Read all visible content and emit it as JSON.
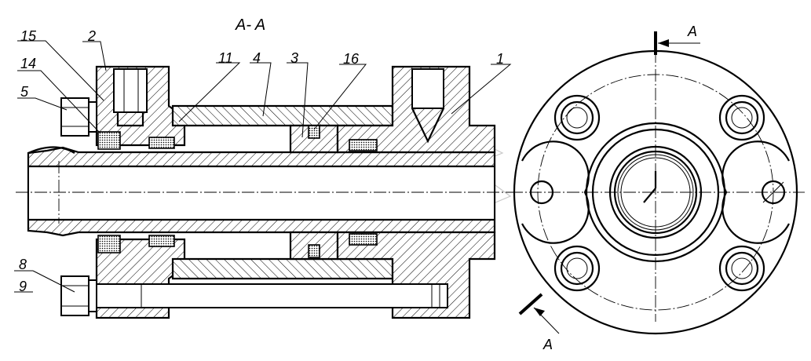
{
  "section_title": "A- A",
  "section_mark_top": "A",
  "section_mark_bottom": "A",
  "part_labels": {
    "p15": "15",
    "p2": "2",
    "p14": "14",
    "p5": "5",
    "p11": "11",
    "p4": "4",
    "p3": "3",
    "p16": "16",
    "p1": "1",
    "p8": "8",
    "p9": "9"
  }
}
